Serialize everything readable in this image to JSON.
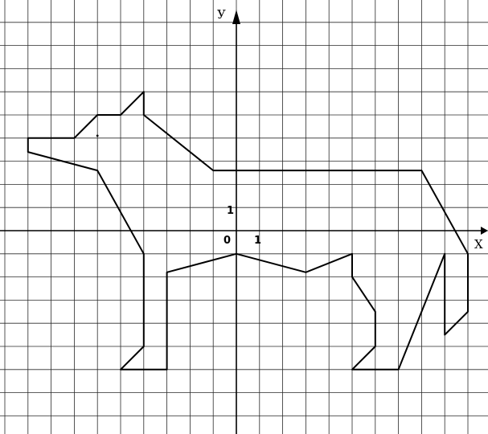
{
  "axes": {
    "x_label": "X",
    "y_label": "У",
    "origin_label": "0",
    "x_unit_label": "1",
    "y_unit_label": "1"
  },
  "grid": {
    "x_range": [
      -10,
      10
    ],
    "y_range": [
      -9,
      9
    ],
    "shown": true
  },
  "figure": {
    "name": "dog",
    "points": [
      [
        -9,
        4
      ],
      [
        -7,
        4
      ],
      [
        -6,
        5
      ],
      [
        -5,
        5
      ],
      [
        -4,
        6
      ],
      [
        -4,
        5
      ],
      [
        -1,
        2.6
      ],
      [
        8,
        2.6
      ],
      [
        10,
        -1
      ],
      [
        10,
        -3.5
      ],
      [
        9,
        -4.5
      ],
      [
        9,
        -1
      ],
      [
        7,
        -6
      ],
      [
        5,
        -6
      ],
      [
        6,
        -5
      ],
      [
        6,
        -3.5
      ],
      [
        5,
        -2
      ],
      [
        5,
        -1
      ],
      [
        3,
        -1.8
      ],
      [
        0,
        -1
      ],
      [
        -3,
        -1.8
      ],
      [
        -3,
        -6
      ],
      [
        -5,
        -6
      ],
      [
        -4,
        -5
      ],
      [
        -4,
        -1
      ],
      [
        -6,
        2.6
      ],
      [
        -9,
        3.4
      ],
      [
        -9,
        4
      ]
    ],
    "eye": [
      -6,
      4.1
    ]
  }
}
